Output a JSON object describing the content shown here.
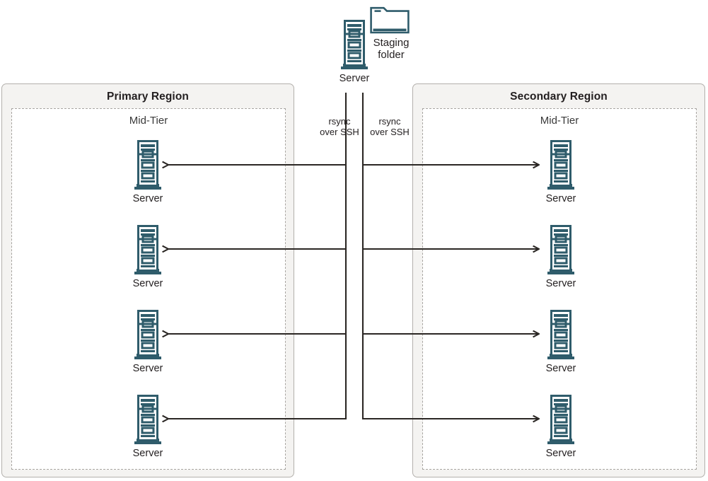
{
  "diagram": {
    "title": "rsync over SSH replication between primary and secondary regions",
    "colors": {
      "server_icon": "#2f5c6b",
      "line": "#2b2724",
      "region_fill": "#f4f3f1",
      "region_border": "#b3b0ac",
      "tier_border": "#a8a5a1",
      "text": "#231f20"
    }
  },
  "staging": {
    "server_label": "Server",
    "folder_label": "Staging\nfolder",
    "server_icon": "server-icon",
    "folder_icon": "folder-icon"
  },
  "connections": {
    "left_label": "rsync\nover SSH",
    "right_label": "rsync\nover SSH",
    "left_direction": "to-primary",
    "right_direction": "to-secondary",
    "rows": 4
  },
  "regions": [
    {
      "id": "primary",
      "title": "Primary Region",
      "tier_title": "Mid-Tier",
      "nodes": [
        {
          "label": "Server",
          "icon": "server-icon"
        },
        {
          "label": "Server",
          "icon": "server-icon"
        },
        {
          "label": "Server",
          "icon": "server-icon"
        },
        {
          "label": "Server",
          "icon": "server-icon"
        }
      ]
    },
    {
      "id": "secondary",
      "title": "Secondary Region",
      "tier_title": "Mid-Tier",
      "nodes": [
        {
          "label": "Server",
          "icon": "server-icon"
        },
        {
          "label": "Server",
          "icon": "server-icon"
        },
        {
          "label": "Server",
          "icon": "server-icon"
        },
        {
          "label": "Server",
          "icon": "server-icon"
        }
      ]
    }
  ]
}
